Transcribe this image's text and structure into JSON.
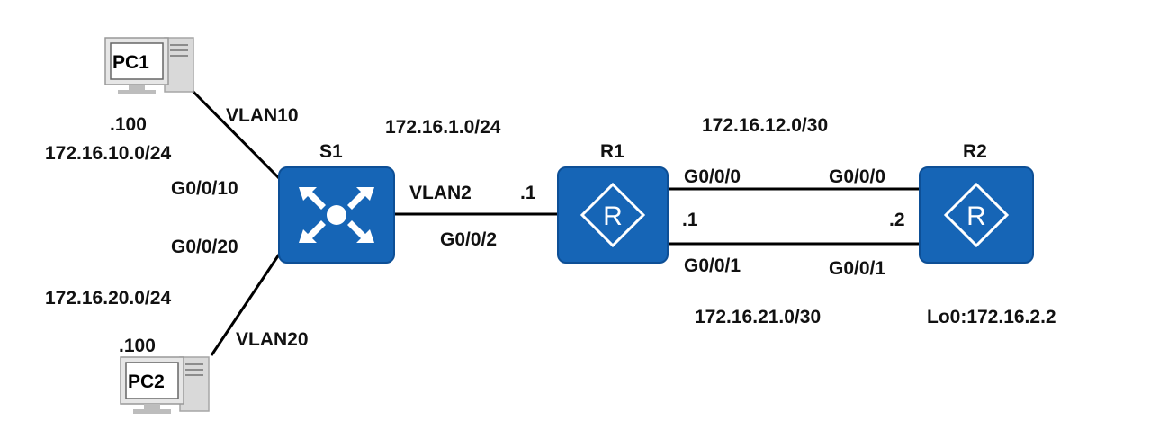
{
  "devices": {
    "pc1": {
      "label": "PC1",
      "ip_suffix": ".100",
      "subnet": "172.16.10.0/24"
    },
    "pc2": {
      "label": "PC2",
      "ip_suffix": ".100",
      "subnet": "172.16.20.0/24"
    },
    "s1": {
      "label": "S1"
    },
    "r1": {
      "label": "R1"
    },
    "r2": {
      "label": "R2",
      "loopback": "Lo0:172.16.2.2"
    }
  },
  "links": {
    "pc1_s1": {
      "vlan": "VLAN10",
      "port": "G0/0/10"
    },
    "pc2_s1": {
      "vlan": "VLAN20",
      "port": "G0/0/20"
    },
    "s1_r1": {
      "subnet": "172.16.1.0/24",
      "vlan": "VLAN2",
      "port": "G0/0/2",
      "r1_ip": ".1"
    },
    "r1_r2_top": {
      "subnet": "172.16.12.0/30",
      "r1_port": "G0/0/0",
      "r2_port": "G0/0/0",
      "r1_ip": ".1",
      "r2_ip": ".2"
    },
    "r1_r2_bottom": {
      "subnet": "172.16.21.0/30",
      "r1_port": "G0/0/1",
      "r2_port": "G0/0/1"
    }
  },
  "colors": {
    "device_blue": "#1665b6",
    "device_border": "#0d4f96",
    "icon_white": "#ffffff",
    "link": "#000000",
    "pc_gray": "#c9c9c9"
  },
  "icons": {
    "pc": "desktop-computer-icon",
    "switch": "layer3-switch-icon",
    "router": "router-icon"
  }
}
